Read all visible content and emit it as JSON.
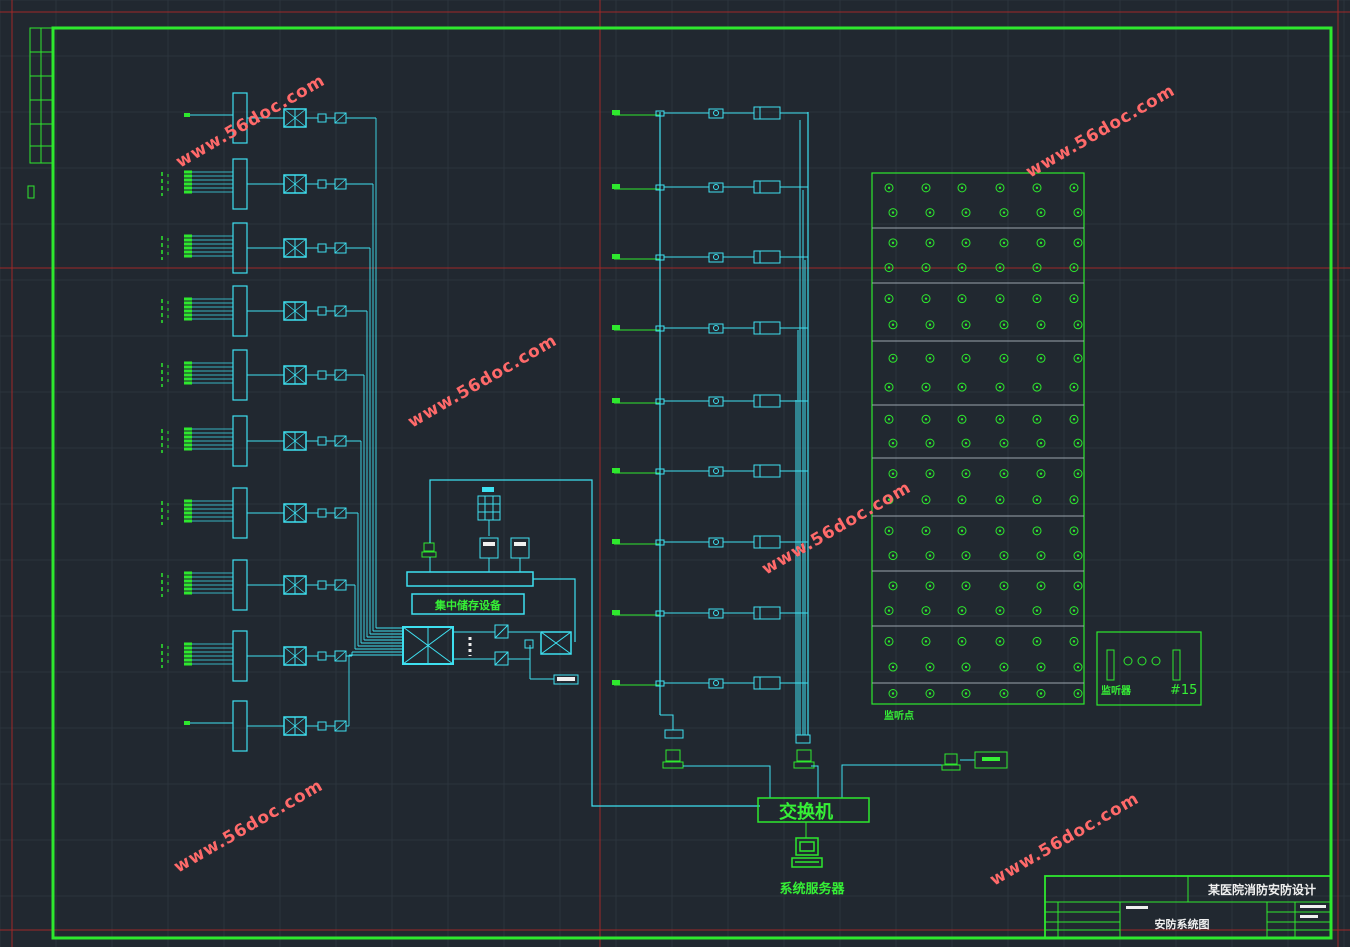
{
  "title_block": {
    "project_title": "某医院消防安防设计",
    "drawing_title": "安防系统图"
  },
  "labels": {
    "storage": "集中储存设备",
    "switch": "交换机",
    "server": "系统服务器",
    "monitor_point": "监听点",
    "panel_a": "监听器",
    "panel_b": "#15"
  },
  "watermark": "www.56doc.com",
  "colors": {
    "background": "#212830",
    "frame": "#2ee82e",
    "cyan": "#3ee0f0",
    "watermark": "#ff6a6a"
  }
}
